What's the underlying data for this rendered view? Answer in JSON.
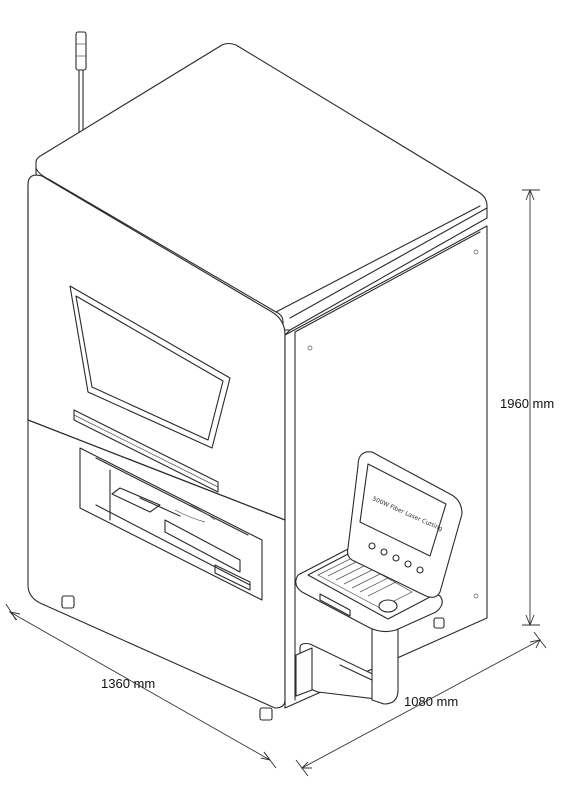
{
  "dimensions": {
    "width": "1360 mm",
    "depth": "1080 mm",
    "height": "1960 mm"
  },
  "monitor_text": "500W Fiber Laser Cutting"
}
